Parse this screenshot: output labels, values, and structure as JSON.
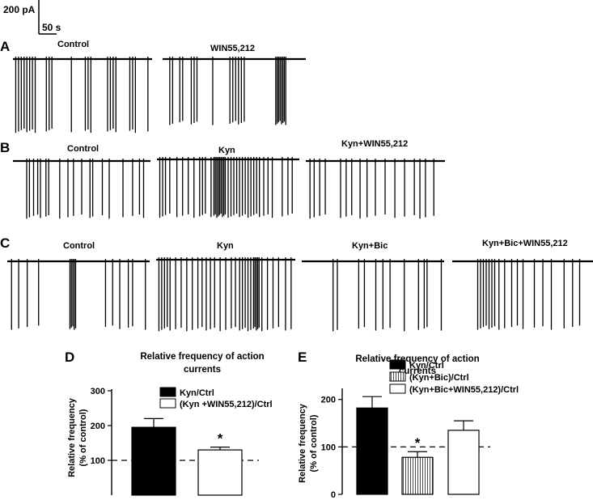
{
  "scale_bar": {
    "current": "200 pA",
    "time": "50 s"
  },
  "panels": [
    {
      "letter": "A",
      "traces": [
        {
          "title": "Control",
          "spikes": [
            0.02,
            0.04,
            0.06,
            0.08,
            0.1,
            0.12,
            0.14,
            0.16,
            0.24,
            0.26,
            0.28,
            0.42,
            0.52,
            0.54,
            0.56,
            0.68,
            0.7,
            0.72,
            0.74,
            0.84,
            0.86,
            0.88,
            0.97
          ],
          "depth": 0.95
        },
        {
          "title": "WIN55,212",
          "spikes": [
            0.05,
            0.07,
            0.12,
            0.14,
            0.2,
            0.22,
            0.24,
            0.35,
            0.47,
            0.49,
            0.51,
            0.53,
            0.55,
            0.57,
            0.79,
            0.8,
            0.81,
            0.82,
            0.83,
            0.84,
            0.85,
            0.86
          ],
          "depth": 0.85
        }
      ]
    },
    {
      "letter": "B",
      "traces": [
        {
          "title": "Control",
          "spikes": [
            0.1,
            0.12,
            0.15,
            0.18,
            0.2,
            0.24,
            0.26,
            0.34,
            0.4,
            0.44,
            0.5,
            0.56,
            0.58,
            0.65,
            0.7,
            0.8,
            0.87,
            0.92,
            0.95
          ],
          "depth": 0.95
        },
        {
          "title": "Kyn",
          "spikes": [
            0.02,
            0.04,
            0.06,
            0.09,
            0.14,
            0.18,
            0.22,
            0.26,
            0.3,
            0.32,
            0.34,
            0.38,
            0.4,
            0.41,
            0.42,
            0.43,
            0.44,
            0.45,
            0.46,
            0.47,
            0.48,
            0.5,
            0.52,
            0.54,
            0.56,
            0.58,
            0.6,
            0.62,
            0.64,
            0.66,
            0.68,
            0.7,
            0.72,
            0.75,
            0.78,
            0.81,
            0.88,
            0.92,
            0.95
          ],
          "depth": 0.95
        },
        {
          "title": "Kyn+WIN55,212",
          "spikes": [
            0.03,
            0.06,
            0.1,
            0.14,
            0.25,
            0.29,
            0.33,
            0.39,
            0.44,
            0.5,
            0.57,
            0.64,
            0.71,
            0.78,
            0.82,
            0.86,
            0.92
          ],
          "depth": 0.95
        }
      ]
    },
    {
      "letter": "C",
      "traces": [
        {
          "title": "Control",
          "spikes": [
            0.03,
            0.08,
            0.14,
            0.22,
            0.44,
            0.45,
            0.46,
            0.47,
            0.48,
            0.69,
            0.74,
            0.79,
            0.85,
            0.88,
            0.97
          ],
          "depth": 0.95
        },
        {
          "title": "Kyn",
          "spikes": [
            0.02,
            0.04,
            0.06,
            0.08,
            0.1,
            0.14,
            0.18,
            0.22,
            0.26,
            0.3,
            0.33,
            0.36,
            0.39,
            0.42,
            0.46,
            0.5,
            0.54,
            0.57,
            0.6,
            0.62,
            0.64,
            0.66,
            0.68,
            0.7,
            0.71,
            0.72,
            0.73,
            0.74,
            0.76,
            0.8,
            0.84,
            0.88,
            0.93,
            0.97
          ],
          "depth": 0.95
        },
        {
          "title": "Kyn+Bic",
          "spikes": [
            0.22,
            0.25,
            0.4,
            0.44,
            0.52,
            0.57,
            0.62,
            0.72,
            0.82,
            0.86,
            0.88,
            0.98
          ],
          "depth": 0.95
        },
        {
          "title": "Kyn+Bic+WIN55,212",
          "spikes": [
            0.18,
            0.2,
            0.22,
            0.24,
            0.26,
            0.28,
            0.3,
            0.33,
            0.37,
            0.42,
            0.46,
            0.5,
            0.58,
            0.64,
            0.7,
            0.79,
            0.85,
            0.9
          ],
          "depth": 0.95
        }
      ]
    }
  ],
  "chart_data": [
    {
      "panel": "D",
      "type": "bar",
      "title": "Relative frequency of action currents",
      "title_lines": [
        "Relative frequency of action",
        "currents"
      ],
      "ylabel_lines": [
        "Relative frequency",
        "(% of control)"
      ],
      "ylim": [
        0,
        300
      ],
      "yticks": [
        100,
        200,
        300
      ],
      "reference_line": 100,
      "series": [
        {
          "name": "Kyn/Ctrl",
          "value": 195,
          "error": 25,
          "fill": "#000000",
          "pattern": "solid",
          "significance": ""
        },
        {
          "name": "(Kyn +WIN55,212)/Ctrl",
          "value": 130,
          "error": 8,
          "fill": "#ffffff",
          "pattern": "solid",
          "significance": "*"
        }
      ],
      "legend_position": "top-right"
    },
    {
      "panel": "E",
      "type": "bar",
      "title": "Relative frequency of action currents",
      "title_lines": [
        "Relative frequency of action",
        "currents"
      ],
      "ylabel_lines": [
        "Relative frequency",
        "(% of control)"
      ],
      "ylim": [
        0,
        220
      ],
      "yticks": [
        0,
        100,
        200
      ],
      "reference_line": 100,
      "series": [
        {
          "name": "Kyn/Ctrl",
          "value": 182,
          "error": 24,
          "fill": "#000000",
          "pattern": "solid",
          "significance": ""
        },
        {
          "name": "(Kyn+Bic)/Ctrl",
          "value": 78,
          "error": 12,
          "fill": "#ffffff",
          "pattern": "vertical-stripes",
          "significance": "*"
        },
        {
          "name": "(Kyn+Bic+WIN55,212)/Ctrl",
          "value": 135,
          "error": 20,
          "fill": "#ffffff",
          "pattern": "solid",
          "significance": ""
        }
      ],
      "legend_position": "top-right"
    }
  ]
}
